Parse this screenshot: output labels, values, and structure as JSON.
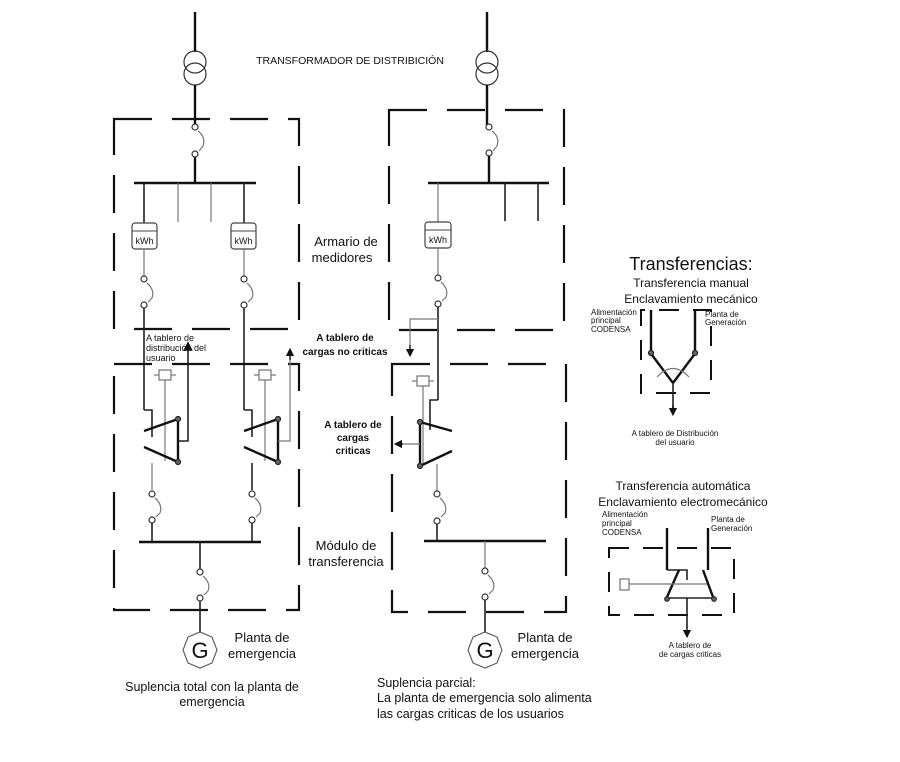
{
  "title": "TRANSFORMADOR DE DISTRIBICIÓN",
  "labels": {
    "armario": [
      "Armario de",
      "medidores"
    ],
    "no_criticas": [
      "A tablero de",
      "cargas no criticas"
    ],
    "criticas": [
      "A tablero de",
      "cargas",
      "criticas"
    ],
    "modulo": [
      "Módulo de",
      "transferencia"
    ],
    "distribucion_usuario": [
      "A tablero de",
      "distribución del",
      "usuario"
    ],
    "planta_left": [
      "Planta de",
      "emergencia"
    ],
    "planta_right": [
      "Planta de",
      "emergencia"
    ],
    "generator_symbol": "G",
    "meter": "kWh"
  },
  "captions": {
    "total": [
      "Suplencia total con la planta de",
      "emergencia"
    ],
    "parcial": [
      "Suplencia parcial:",
      "La planta de emergencia solo alimenta",
      "las cargas criticas de los usuarios"
    ]
  },
  "transferencias": {
    "heading": "Transferencias:",
    "manual": {
      "title": [
        "Transferencia manual",
        "Enclavamiento mecánico"
      ],
      "left": [
        "Alimentación",
        "principal",
        "CODENSA"
      ],
      "right": [
        "Planta de",
        "Generación"
      ],
      "bottom": [
        "A tablero  de Distribución",
        "del usuario"
      ]
    },
    "automatica": {
      "title": [
        "Transferencia automática",
        "Enclavamiento electromecánico"
      ],
      "left": [
        "Alimentación",
        "principal",
        "CODENSA"
      ],
      "right": [
        "Planta de",
        "Generación"
      ],
      "bottom": [
        "A tablero de",
        "de cargas  criticas"
      ]
    }
  }
}
